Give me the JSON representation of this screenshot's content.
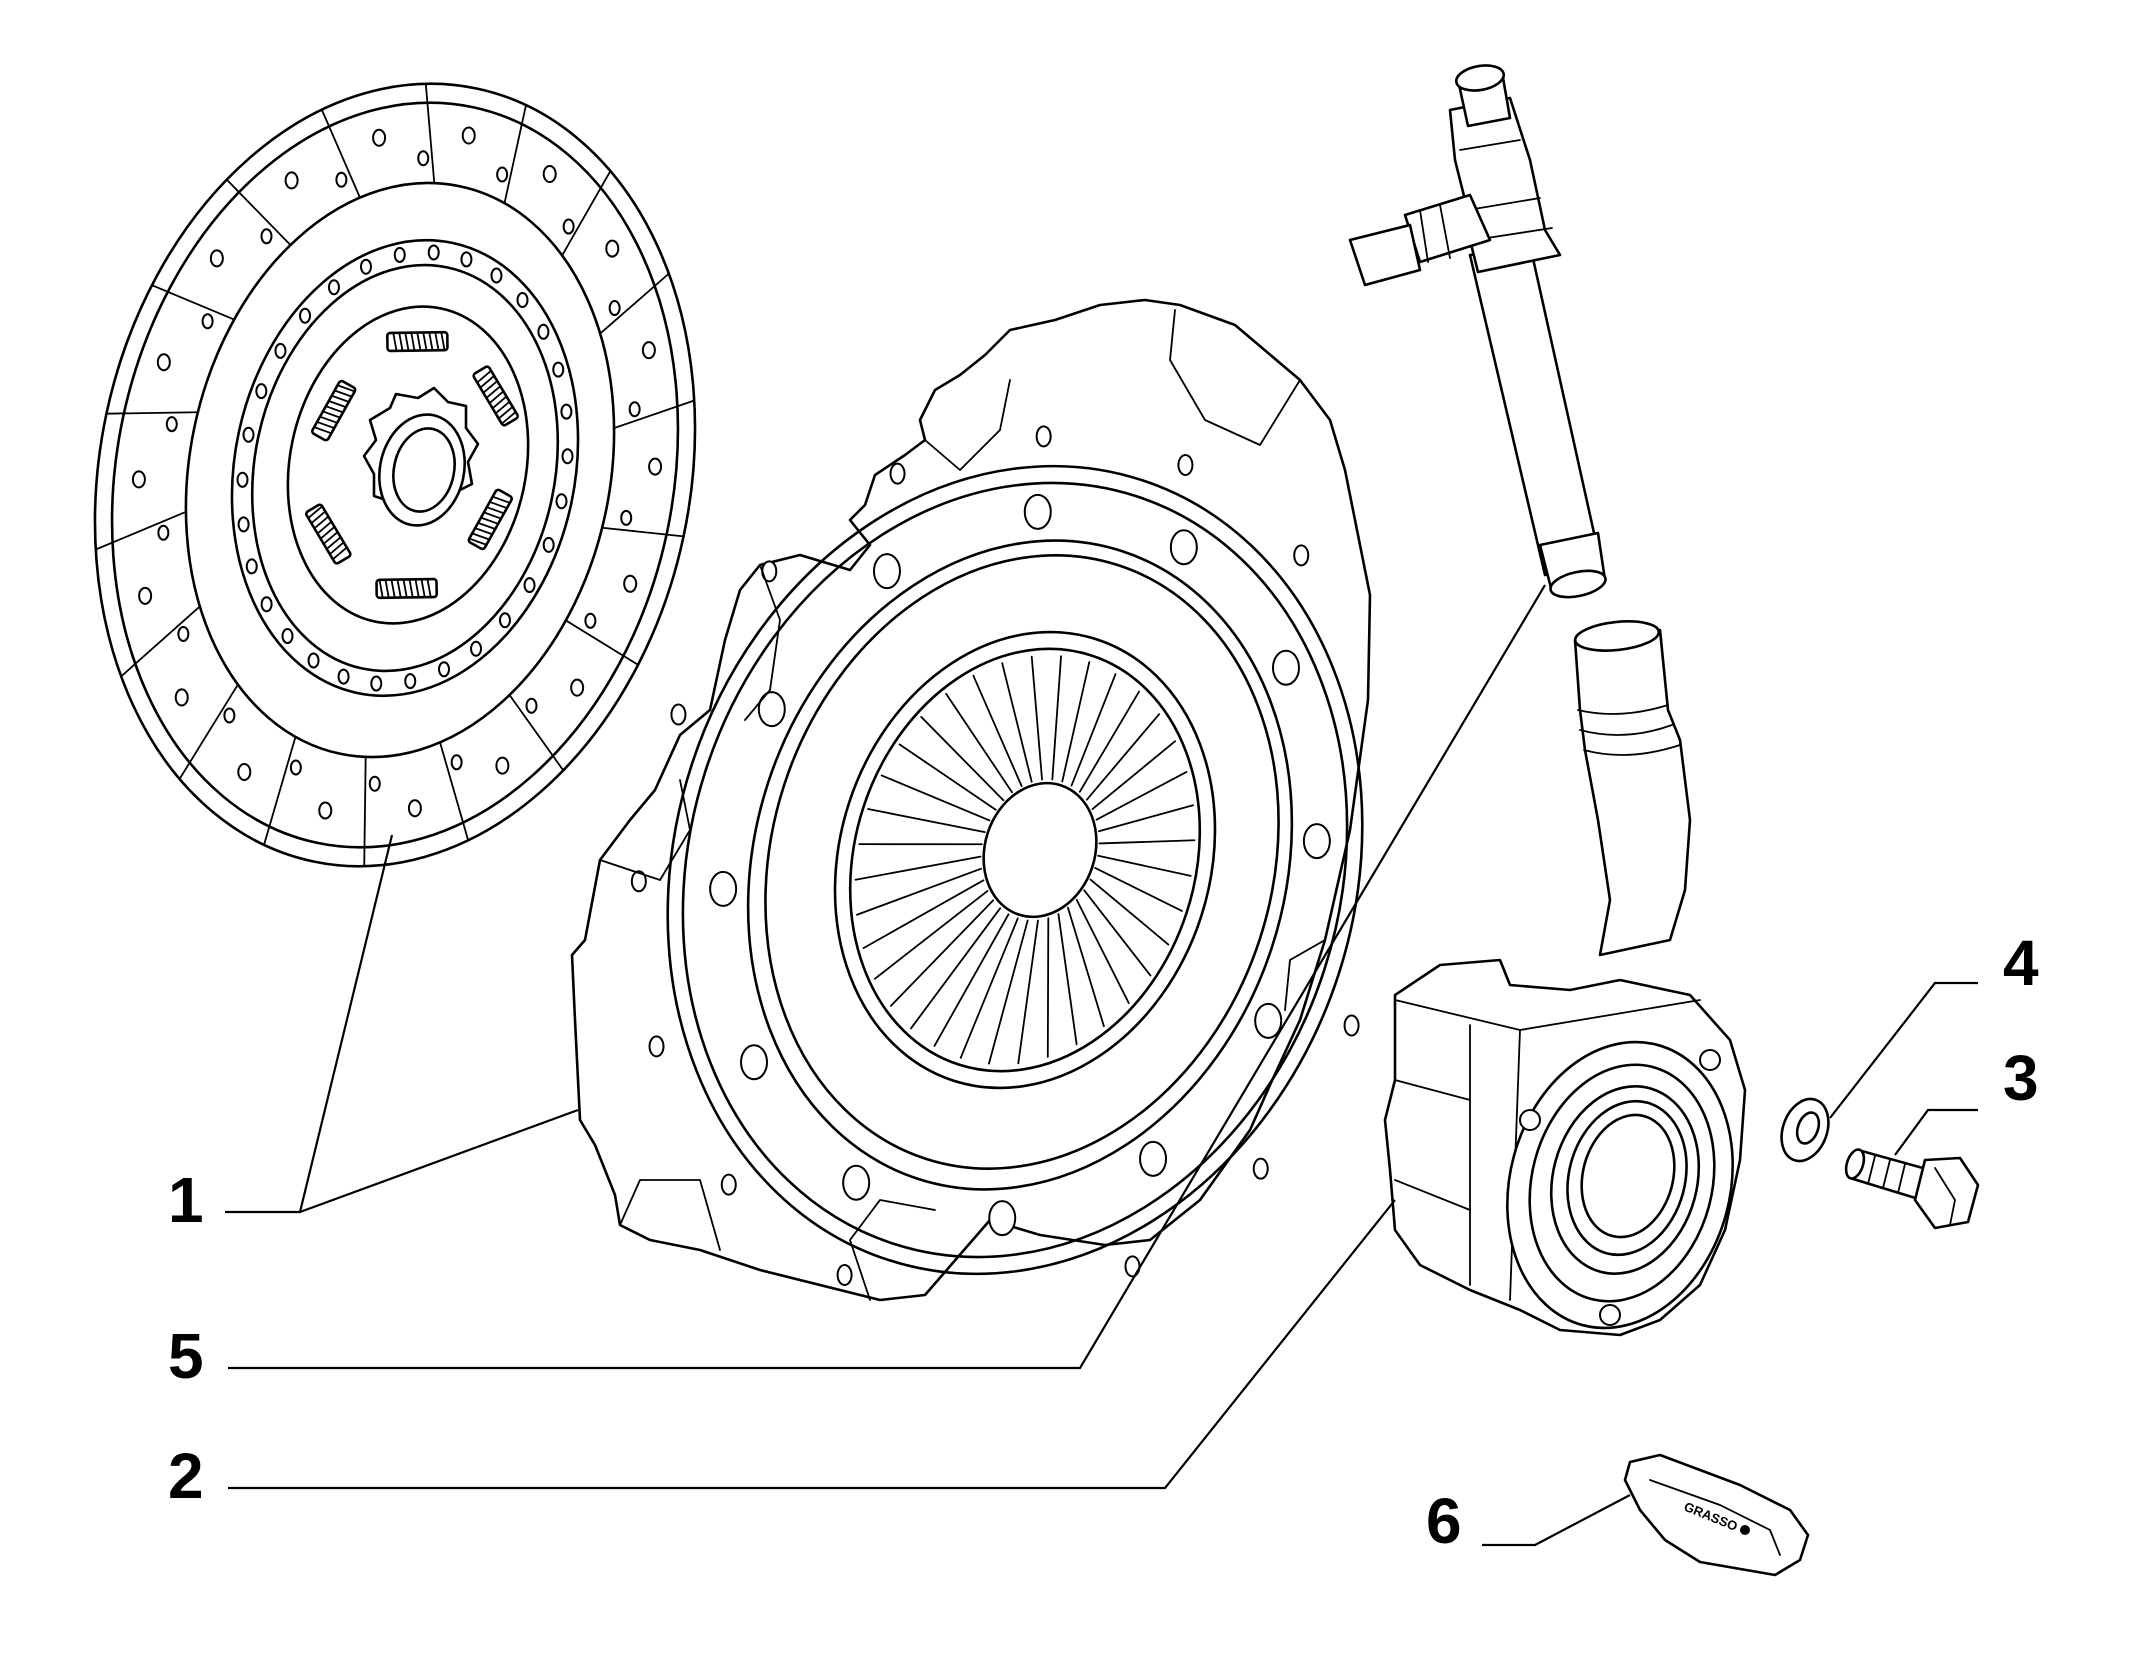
{
  "callouts": [
    {
      "id": "1",
      "part": "clutch-disc"
    },
    {
      "id": "5",
      "part": "hydraulic-pipe"
    },
    {
      "id": "2",
      "part": "concentric-slave-cylinder"
    },
    {
      "id": "4",
      "part": "washer"
    },
    {
      "id": "3",
      "part": "bolt"
    },
    {
      "id": "6",
      "part": "grease-tube"
    }
  ],
  "grease_label": "GRASSO"
}
